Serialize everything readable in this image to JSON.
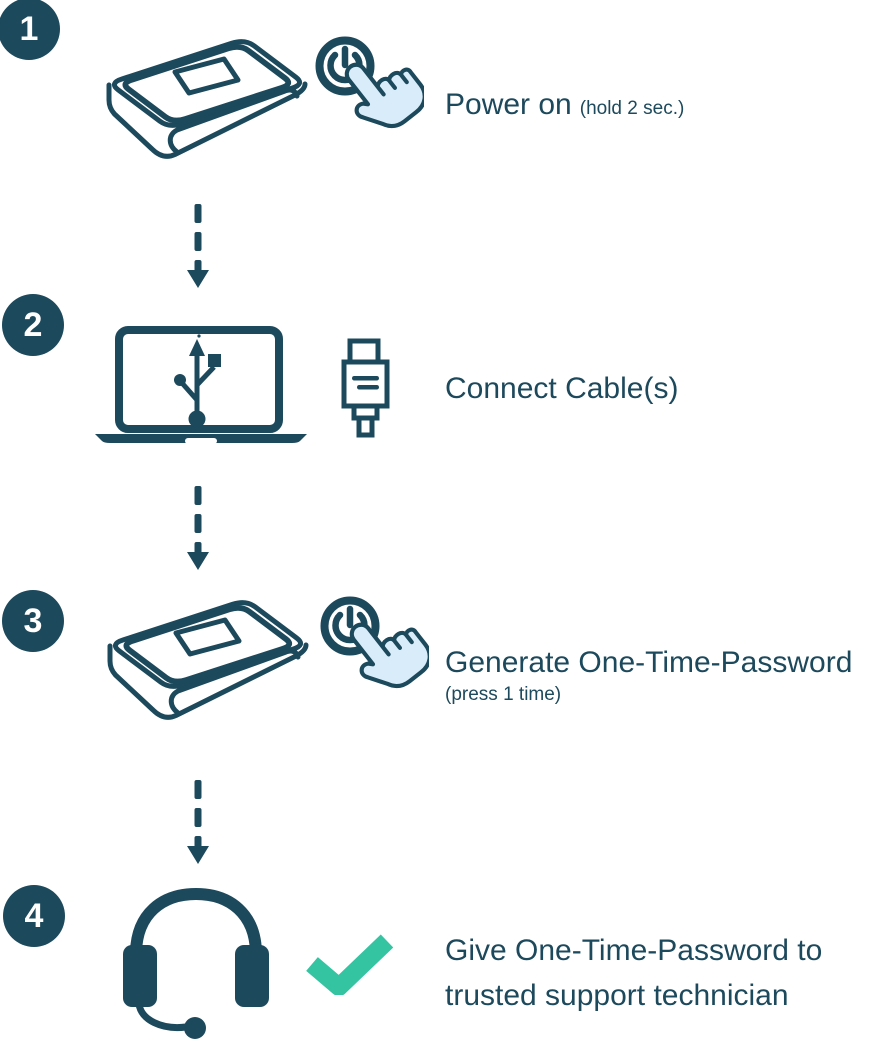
{
  "colors": {
    "primary": "#1D495C",
    "success_green": "#34C4A2",
    "hand_fill": "#D9ECF9",
    "background": "#FFFFFF"
  },
  "steps": [
    {
      "number": "1",
      "title": "Power on",
      "note": "(hold 2 sec.)",
      "icons": [
        "hotspot-device-icon",
        "power-button-press-icon"
      ]
    },
    {
      "number": "2",
      "title": "Connect Cable(s)",
      "note": "",
      "icons": [
        "laptop-usb-icon",
        "usb-cable-icon"
      ]
    },
    {
      "number": "3",
      "title": "Generate One-Time-Password",
      "note": "(press 1 time)",
      "icons": [
        "hotspot-device-icon",
        "power-button-press-icon"
      ]
    },
    {
      "number": "4",
      "title": "Give One-Time-Password to trusted support technician",
      "note": "",
      "icons": [
        "support-headset-icon",
        "success-check-icon"
      ]
    }
  ],
  "connectors": [
    {
      "type": "dashed-arrow-down"
    },
    {
      "type": "dashed-arrow-down"
    },
    {
      "type": "dashed-arrow-down"
    }
  ]
}
